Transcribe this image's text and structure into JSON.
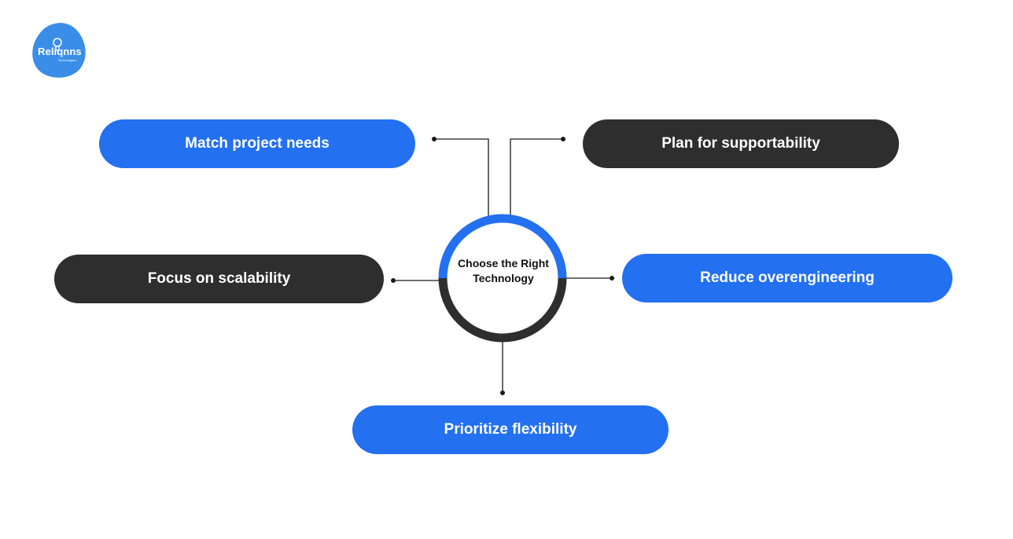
{
  "logo": {
    "name": "Reliqnns",
    "subtitle": "Technologies",
    "brand_color": "#3a8ee8"
  },
  "center": {
    "title": "Choose the Right Technology",
    "top_ring_color": "#2370f0",
    "bottom_ring_color": "#2e2e2e"
  },
  "nodes": [
    {
      "id": "match",
      "label": "Match project needs",
      "color": "#2370f0"
    },
    {
      "id": "plan",
      "label": "Plan for supportability",
      "color": "#2e2e2e"
    },
    {
      "id": "focus",
      "label": "Focus on scalability",
      "color": "#2e2e2e"
    },
    {
      "id": "reduce",
      "label": "Reduce overengineering",
      "color": "#2370f0"
    },
    {
      "id": "prioritize",
      "label": "Prioritize flexibility",
      "color": "#2370f0"
    }
  ]
}
